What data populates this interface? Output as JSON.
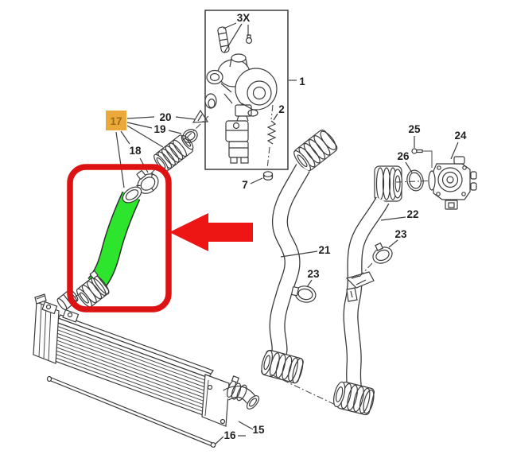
{
  "diagram": {
    "highlight": {
      "hose_color": "#2ee52e",
      "label_box_color": "#eba93c",
      "label_box_text_color": "#9c6a14",
      "outline_color": "#dd1212",
      "arrow_color": "#ee1515",
      "line_color": "#3b3b3b"
    },
    "labels": [
      {
        "id": "3x",
        "text": "3X"
      },
      {
        "id": "1",
        "text": "1"
      },
      {
        "id": "2",
        "text": "2"
      },
      {
        "id": "7",
        "text": "7"
      },
      {
        "id": "17",
        "text": "17"
      },
      {
        "id": "20",
        "text": "20"
      },
      {
        "id": "19",
        "text": "19"
      },
      {
        "id": "18",
        "text": "18"
      },
      {
        "id": "21",
        "text": "21"
      },
      {
        "id": "23-left",
        "text": "23"
      },
      {
        "id": "22",
        "text": "22"
      },
      {
        "id": "23-right",
        "text": "23"
      },
      {
        "id": "24",
        "text": "24"
      },
      {
        "id": "25",
        "text": "25"
      },
      {
        "id": "26",
        "text": "26"
      },
      {
        "id": "15",
        "text": "15"
      },
      {
        "id": "16",
        "text": "16"
      }
    ]
  }
}
